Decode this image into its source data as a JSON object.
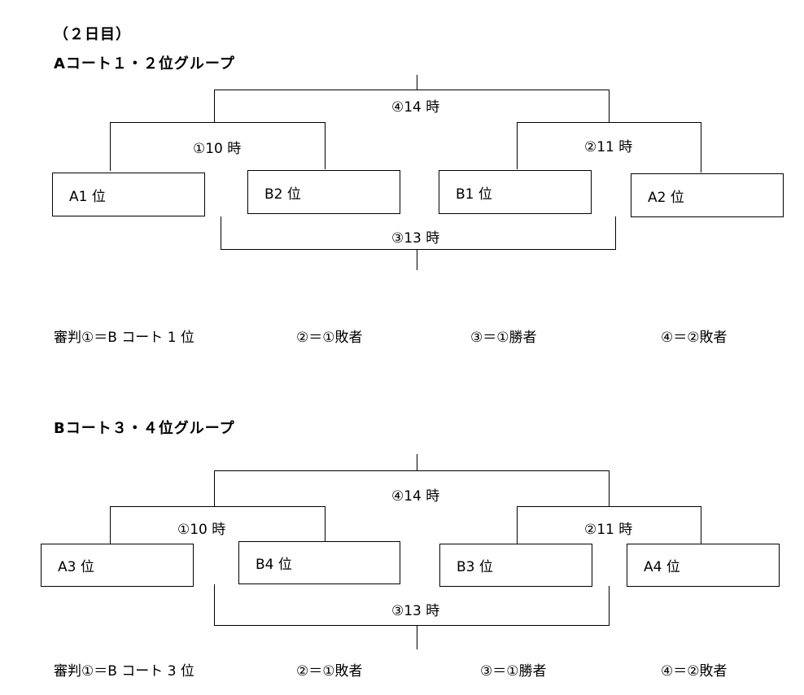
{
  "day_label": "（２日目）",
  "groups": [
    {
      "title": "Aコート１・２位グループ",
      "teams": [
        "A1 位",
        "B2 位",
        "B1 位",
        "A2 位"
      ],
      "matches": {
        "m1": "①10 時",
        "m2": "②11 時",
        "m3": "③13 時",
        "m4": "④14 時"
      },
      "referees": [
        "審判①＝B コート 1 位",
        "②＝①敗者",
        "③＝①勝者",
        "④＝②敗者"
      ]
    },
    {
      "title": "Bコート３・４位グループ",
      "teams": [
        "A3 位",
        "B4 位",
        "B3 位",
        "A4 位"
      ],
      "matches": {
        "m1": "①10 時",
        "m2": "②11 時",
        "m3": "③13 時",
        "m4": "④14 時"
      },
      "referees": [
        "審判①＝B コート 3 位",
        "②＝①敗者",
        "③＝①勝者",
        "④＝②敗者"
      ]
    }
  ]
}
